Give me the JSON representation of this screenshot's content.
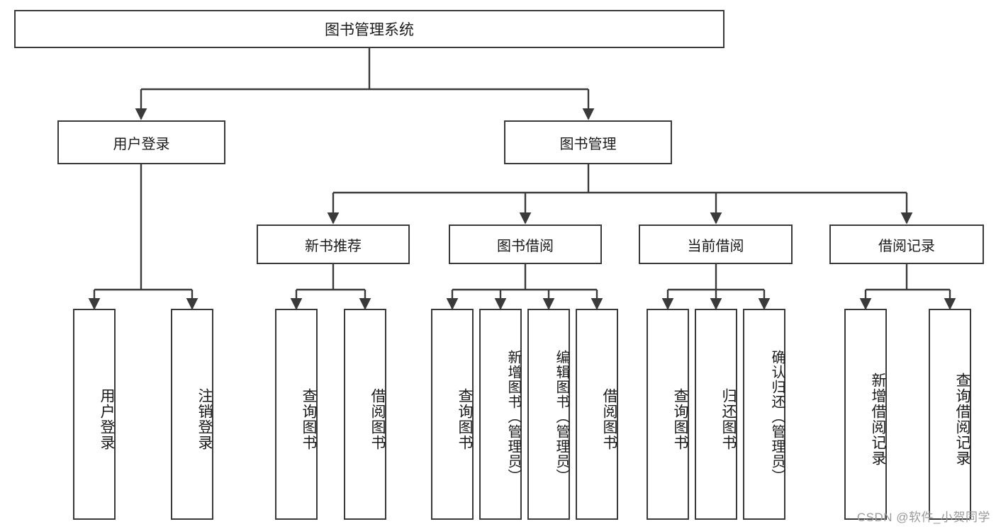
{
  "diagram": {
    "title": "图书管理系统",
    "type": "hierarchy-tree",
    "watermark": "CSDN @软件_小贺同学",
    "colors": {
      "stroke": "#3a3a3a",
      "fill": "#ffffff",
      "text": "#1a1a1a",
      "watermark": "#9a9a9a"
    },
    "root": {
      "label": "图书管理系统"
    },
    "level2": [
      {
        "label": "用户登录"
      },
      {
        "label": "图书管理"
      }
    ],
    "level3": [
      {
        "label": "新书推荐"
      },
      {
        "label": "图书借阅"
      },
      {
        "label": "当前借阅"
      },
      {
        "label": "借阅记录"
      }
    ],
    "leaves": {
      "user_login": [
        {
          "label": "用户登录"
        },
        {
          "label": "注销登录"
        }
      ],
      "new_book_recommend": [
        {
          "label": "查询图书"
        },
        {
          "label": "借阅图书"
        }
      ],
      "book_borrow": [
        {
          "label": "查询图书"
        },
        {
          "label": "新增图书（管理员）"
        },
        {
          "label": "编辑图书（管理员）"
        },
        {
          "label": "借阅图书"
        }
      ],
      "current_borrow": [
        {
          "label": "查询图书"
        },
        {
          "label": "归还图书"
        },
        {
          "label": "确认归还（管理员）"
        }
      ],
      "borrow_record": [
        {
          "label": "新增借阅记录"
        },
        {
          "label": "查询借阅记录"
        }
      ]
    }
  }
}
